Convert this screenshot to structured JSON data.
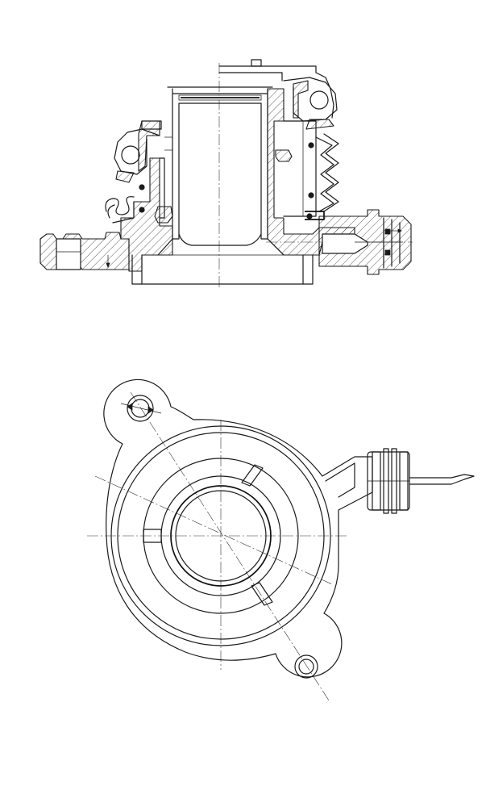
{
  "drawing": {
    "colors": {
      "line": "#1a1a1a",
      "background": "#ffffff"
    },
    "views": [
      {
        "id": "section-view",
        "kind": "cross-section"
      },
      {
        "id": "plan-view",
        "kind": "top-view"
      }
    ]
  }
}
